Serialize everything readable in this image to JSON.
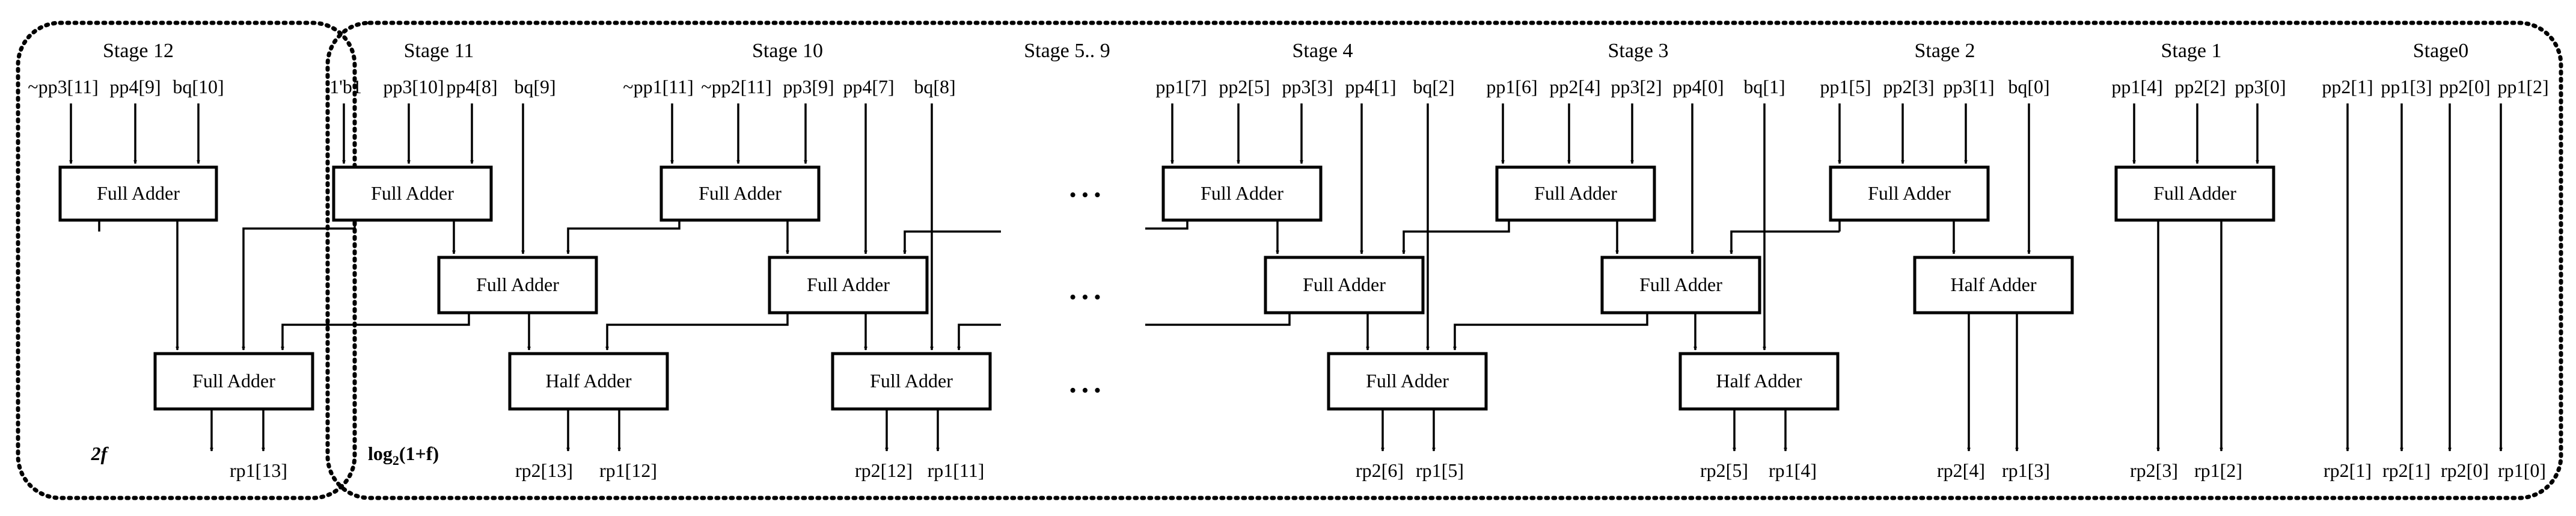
{
  "stages": [
    "Stage 12",
    "Stage 11",
    "Stage 10",
    "Stage 5.. 9",
    "Stage 4",
    "Stage 3",
    "Stage 2",
    "Stage 1",
    "Stage0"
  ],
  "blocks": {
    "full_adder": "Full Adder",
    "half_adder": "Half Adder"
  },
  "inputs": {
    "s12": [
      "~pp3[11]",
      "pp4[9]",
      "bq[10]"
    ],
    "s11": [
      "1'b1",
      "pp3[10]",
      "pp4[8]",
      "bq[9]"
    ],
    "s10": [
      "~pp1[11]",
      "~pp2[11]",
      "pp3[9]",
      "pp4[7]",
      "bq[8]"
    ],
    "s4": [
      "pp1[7]",
      "pp2[5]",
      "pp3[3]",
      "pp4[1]",
      "bq[2]"
    ],
    "s3": [
      "pp1[6]",
      "pp2[4]",
      "pp3[2]",
      "pp4[0]",
      "bq[1]"
    ],
    "s2": [
      "pp1[5]",
      "pp2[3]",
      "pp3[1]",
      "bq[0]"
    ],
    "s1": [
      "pp1[4]",
      "pp2[2]",
      "pp3[0]"
    ],
    "s0": [
      "pp2[1]",
      "pp1[3]",
      "pp2[0]",
      "pp1[2]"
    ]
  },
  "outputs": {
    "s12": [
      "rp1[13]"
    ],
    "s11": [
      "rp2[13]",
      "rp1[12]"
    ],
    "s10": [
      "rp2[12]",
      "rp1[11]"
    ],
    "s4": [
      "rp2[6]",
      "rp1[5]"
    ],
    "s3": [
      "rp2[5]",
      "rp1[4]"
    ],
    "s2": [
      "rp2[4]",
      "rp1[3]"
    ],
    "s1": [
      "rp2[3]",
      "rp1[2]"
    ],
    "s0": [
      "rp2[1]",
      "rp2[1]",
      "rp2[0]",
      "rp1[0]"
    ]
  },
  "region_labels": {
    "two_f": "2f",
    "log_prefix": "log",
    "log_sub": "2",
    "log_suffix": "(1+f)"
  },
  "ellipsis": "• • •"
}
